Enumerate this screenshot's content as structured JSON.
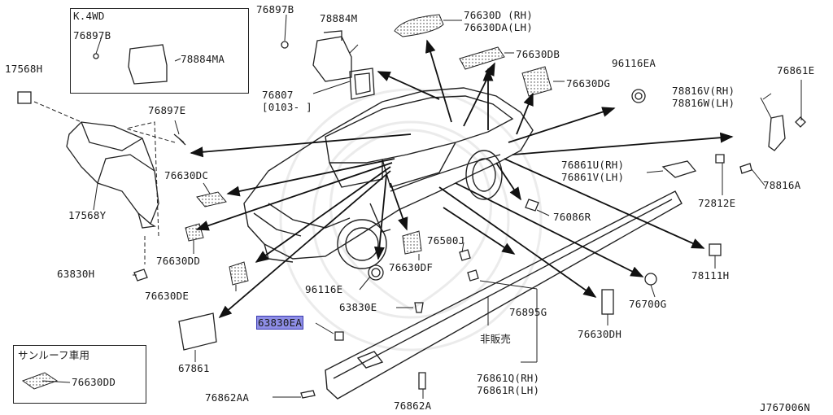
{
  "diagram_id": "J767006N",
  "inset_4wd": {
    "title": "K.4WD",
    "parts": [
      "76897B",
      "78884MA"
    ]
  },
  "inset_sunroof": {
    "title": "サンルーフ車用",
    "part": "76630DD"
  },
  "labels": {
    "p17568H": "17568H",
    "p76897B_top": "76897B",
    "p78884M": "78884M",
    "p76630D": "76630D (RH)",
    "p76630DA": "76630DA(LH)",
    "p76630DB": "76630DB",
    "p96116EA": "96116EA",
    "p76861E": "76861E",
    "p76807": "76807",
    "p76807_range": "[0103-     ]",
    "p76897E": "76897E",
    "p76630DG": "76630DG",
    "p78816V": "78816V(RH)",
    "p78816W": "78816W(LH)",
    "p76630DC": "76630DC",
    "p76861U": "76861U(RH)",
    "p76861V": "76861V(LH)",
    "p78816A": "78816A",
    "p72812E": "72812E",
    "p17568Y": "17568Y",
    "p76086R": "76086R",
    "p76630DD": "76630DD",
    "p76500J": "76500J",
    "p78111H": "78111H",
    "p63830H": "63830H",
    "p76630DF": "76630DF",
    "p96116E": "96116E",
    "p76630DE": "76630DE",
    "p63830E_mid": "63830E",
    "p76895G": "76895G",
    "p76700G": "76700G",
    "p63830EA": "63830EA",
    "p76630DH": "76630DH",
    "p_not_for_sale": "非販売",
    "p67861": "67861",
    "p76861Q": "76861Q(RH)",
    "p76861R": "76861R(LH)",
    "p76862AA": "76862AA",
    "p76862A": "76862A"
  }
}
